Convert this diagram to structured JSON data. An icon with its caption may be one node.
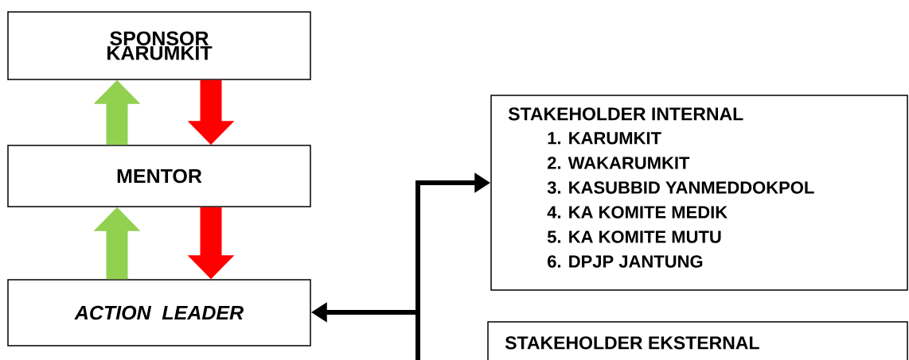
{
  "diagram": {
    "nodes": [
      {
        "text": [
          "SPONSOR KARUMKIT"
        ]
      },
      {
        "text": [
          "MENTOR"
        ]
      },
      {
        "text": [
          "ACTION LEADER"
        ]
      },
      {
        "text": [
          "STAKEHOLDER INTERNAL",
          "1. KARUMKIT",
          "2. WAKARUMKIT",
          "3. KASUBBID YANMEDDOKPOL",
          "4. KA KOMITE MEDIK",
          "5. KA KOMITE MUTU",
          "6. DPJP JANTUNG"
        ]
      },
      {
        "text": [
          "STAKEHOLDER EKSTERNAL"
        ]
      }
    ],
    "edges": [
      {
        "from": 1,
        "to": 0,
        "arrow": "to",
        "color": "#92d050"
      },
      {
        "from": 0,
        "to": 1,
        "arrow": "to",
        "color": "#ff0000"
      },
      {
        "from": 2,
        "to": 1,
        "arrow": "to",
        "color": "#92d050"
      },
      {
        "from": 1,
        "to": 2,
        "arrow": "to",
        "color": "#ff0000"
      },
      {
        "from": null,
        "to": 3,
        "arrow": "to",
        "color": "#000000"
      },
      {
        "from": null,
        "to": 2,
        "arrow": "to",
        "color": "#000000"
      }
    ]
  }
}
